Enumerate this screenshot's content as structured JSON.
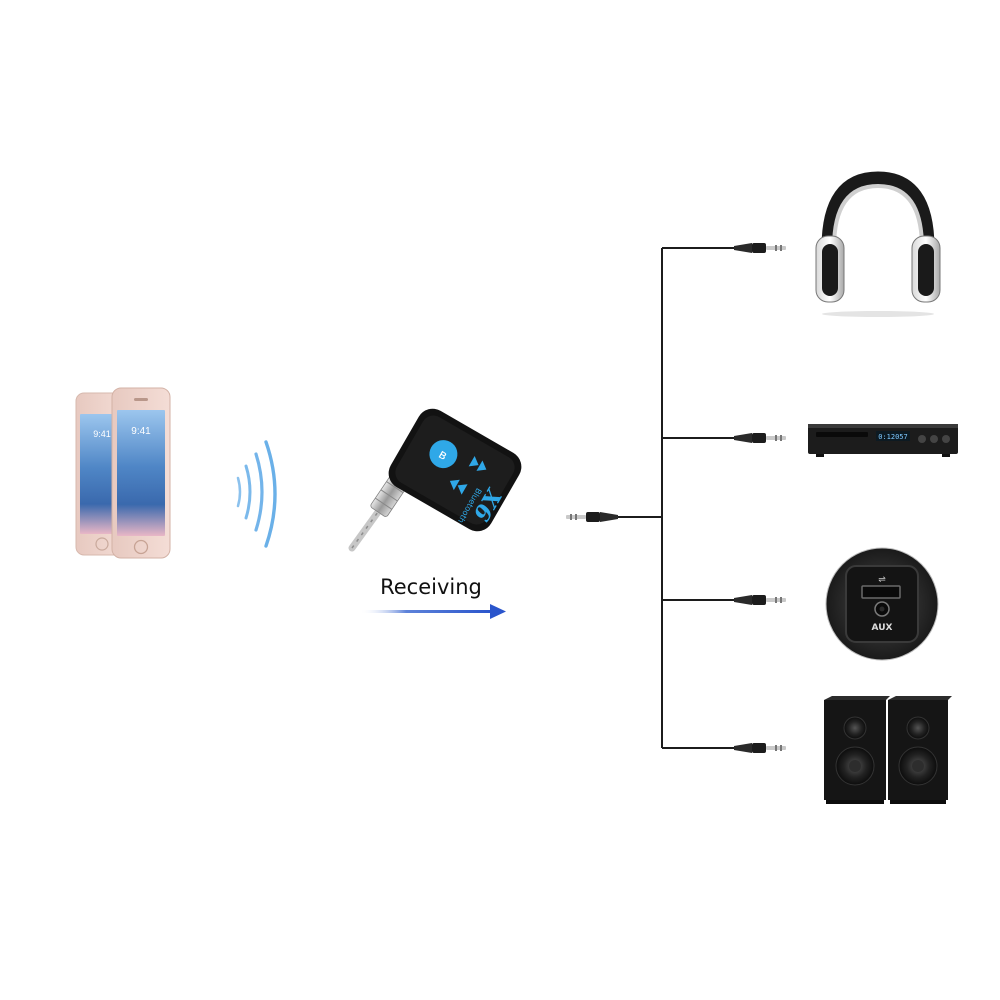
{
  "phones": {
    "left_time": "9:41",
    "right_time": "9:41",
    "screen_colors": [
      "#7fb3e6",
      "#3d6fb0",
      "#e8a9b8"
    ]
  },
  "adapter": {
    "model": "X6",
    "brand_label": "Bluetooth",
    "accent_color": "#2fa8e8"
  },
  "flow": {
    "label": "Receiving",
    "arrow_color": "#2a55cc"
  },
  "outputs": {
    "dvd_display": "0:12057",
    "aux_label": "AUX"
  }
}
